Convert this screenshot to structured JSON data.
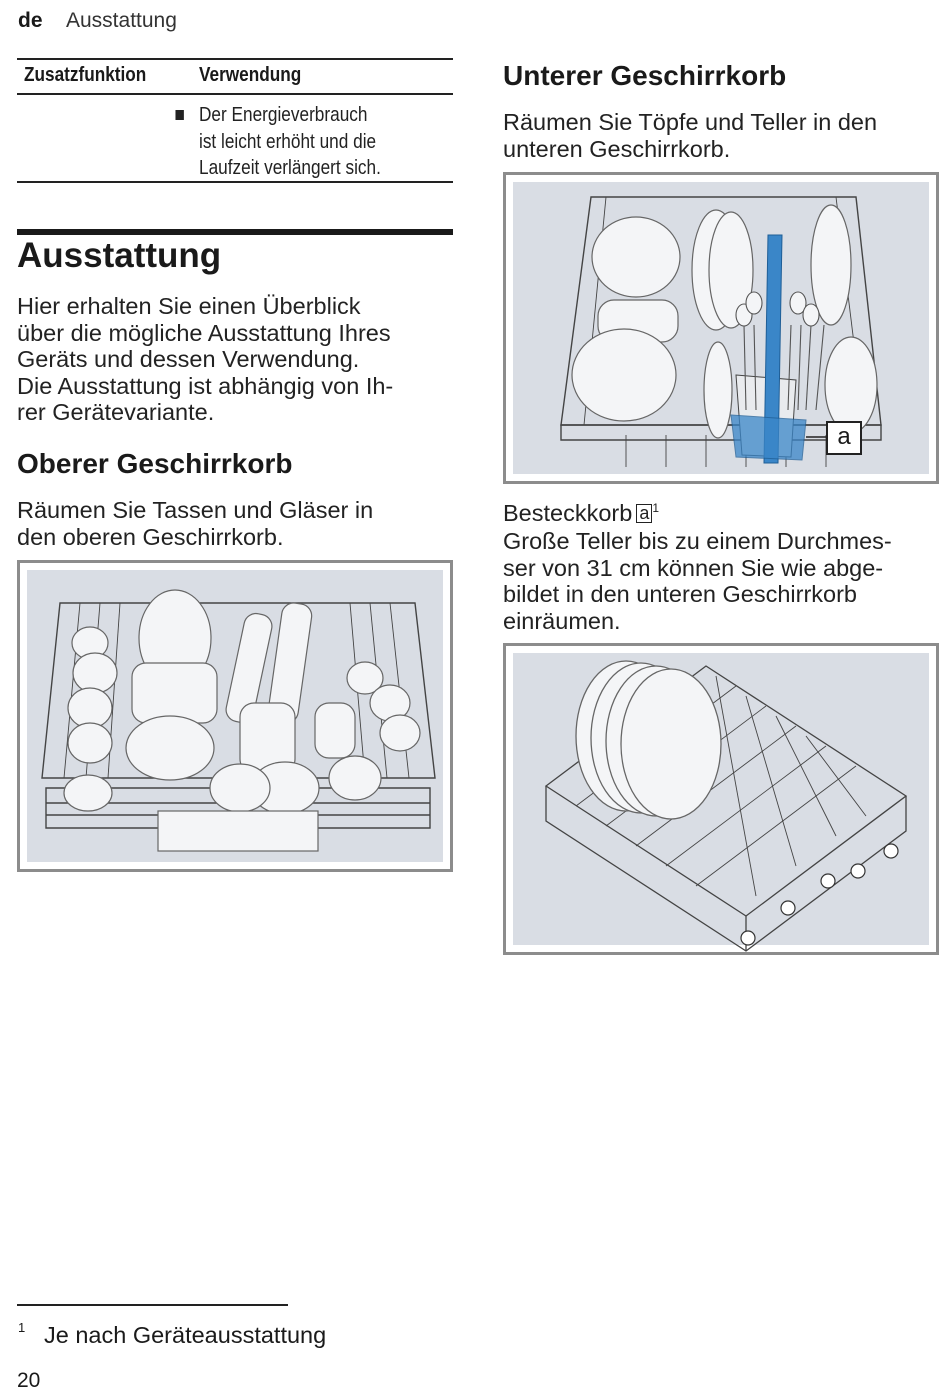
{
  "header": {
    "lang": "de",
    "section": "Ausstattung"
  },
  "table": {
    "col1_header": "Zusatzfunktion",
    "col2_header": "Verwendung",
    "row": {
      "lines": [
        "Der Energieverbrauch",
        "ist leicht erhöht und die",
        "Laufzeit verlängert sich."
      ]
    }
  },
  "ausstattung": {
    "title": "Ausstattung",
    "lines": [
      "Hier erhalten Sie einen Überblick",
      "über die mögliche Ausstattung Ihres",
      "Geräts und dessen Verwendung.",
      "Die Ausstattung ist abhängig von Ih-",
      "rer Gerätevariante."
    ]
  },
  "oberer": {
    "title": "Oberer Geschirrkorb",
    "lines": [
      "Räumen Sie Tassen und Gläser in",
      "den oberen Geschirrkorb."
    ]
  },
  "unterer": {
    "title": "Unterer Geschirrkorb",
    "lines": [
      "Räumen Sie Töpfe und Teller in den",
      "unteren Geschirrkorb."
    ],
    "figure_label": "a"
  },
  "besteck": {
    "label": "Besteckkorb",
    "marker": "a",
    "footnote_ref": "1",
    "lines": [
      "Große Teller bis zu einem Durchmes-",
      "ser von 31 cm können Sie wie abge-",
      "bildet in den unteren Geschirrkorb",
      "einräumen."
    ]
  },
  "footnote": {
    "mark": "1",
    "text": "Je nach Geräteausstattung"
  },
  "page_number": "20"
}
